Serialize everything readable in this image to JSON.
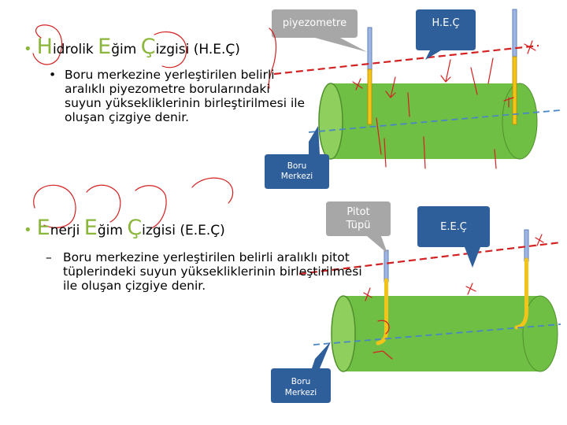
{
  "section1": {
    "heading": {
      "bullet": "•",
      "c1": "H",
      "t1": "idrolik ",
      "c2": "E",
      "t2": "ğim ",
      "c3": "Ç",
      "t3": "izgisi (H.E.Ç)"
    },
    "bullet": "•",
    "lines": [
      "Boru merkezine yerleştirilen belirli",
      "aralıklı piyezometre borularındaki",
      "suyun yüksekliklerinin birleştirilmesi ile",
      "oluşan çizgiye denir."
    ],
    "callout_piyezometre": "piyezometre",
    "callout_boru_merkezi": [
      "Boru",
      "Merkezi"
    ],
    "line_label": "H.E.Ç"
  },
  "section2": {
    "heading": {
      "bullet": "•",
      "c1": "E",
      "t1": "nerji ",
      "c2": "E",
      "t2": "ğim ",
      "c3": "Ç",
      "t3": "izgisi (E.E.Ç)"
    },
    "dash": "–",
    "lines": [
      "Boru merkezine yerleştirilen belirli aralıklı pitot",
      "tüplerindeki suyun yüksekliklerinin birleştirilmesi",
      "ile oluşan çizgiye denir."
    ],
    "callout_pitot": [
      "Pitot",
      "Tüpü"
    ],
    "callout_boru_merkezi": [
      "Boru",
      "Merkezi"
    ],
    "line_label": "E.E.Ç"
  },
  "colors": {
    "accent": "#8ab63b",
    "pipe_green": "#6fbf44",
    "pipe_dark": "#4f8f2c",
    "tube_yellow": "#f2c318",
    "callout_blue": "#2f5f9a",
    "callout_grey": "#a7a7a7",
    "ink_red": "#d42020",
    "center_line_blue": "#4a86c5"
  }
}
